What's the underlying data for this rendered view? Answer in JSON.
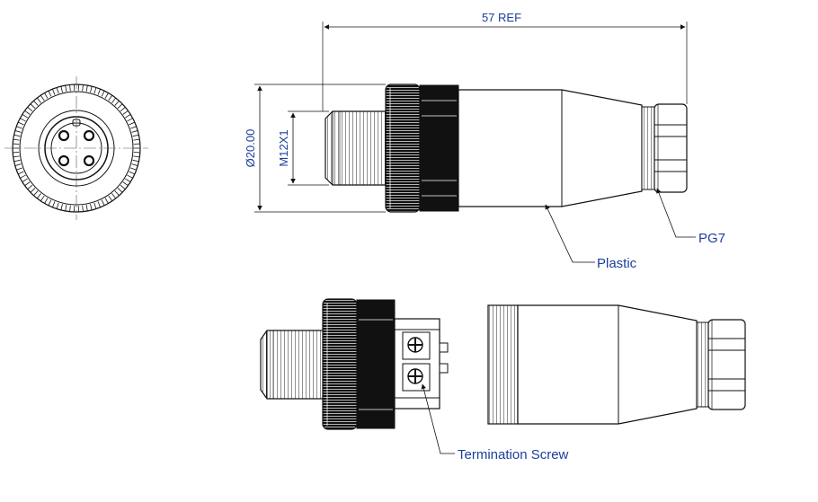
{
  "dimensions": {
    "overall_length": "57 REF",
    "diameter": "Ø20.00",
    "thread": "M12X1"
  },
  "callouts": {
    "pg7": "PG7",
    "plastic": "Plastic",
    "termination_screw": "Termination Screw"
  },
  "colors": {
    "annotation_text": "#1c3f9c",
    "line": "#111111",
    "knurl_dark": "#111111"
  }
}
